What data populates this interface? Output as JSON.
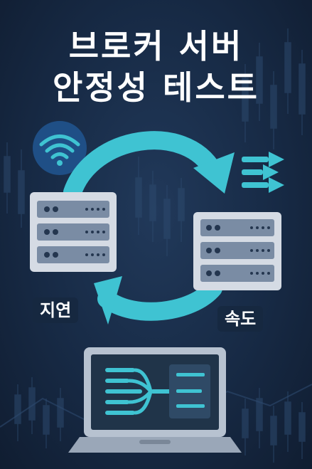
{
  "title": {
    "line1": "브로커 서버",
    "line2": "안정성 테스트"
  },
  "labels": {
    "latency": "지연",
    "speed": "속도"
  },
  "icons": [
    "wifi-icon",
    "server-icon",
    "cycle-arrow-icon",
    "fast-forward-lines-icon",
    "laptop-icon",
    "flow-diagram-icon"
  ],
  "colors": {
    "background": "#172a45",
    "accent_cyan": "#3fc3d2",
    "server_body": "#d5dbe4",
    "wifi_badge": "#1f4f86",
    "laptop_screen": "#203449"
  }
}
